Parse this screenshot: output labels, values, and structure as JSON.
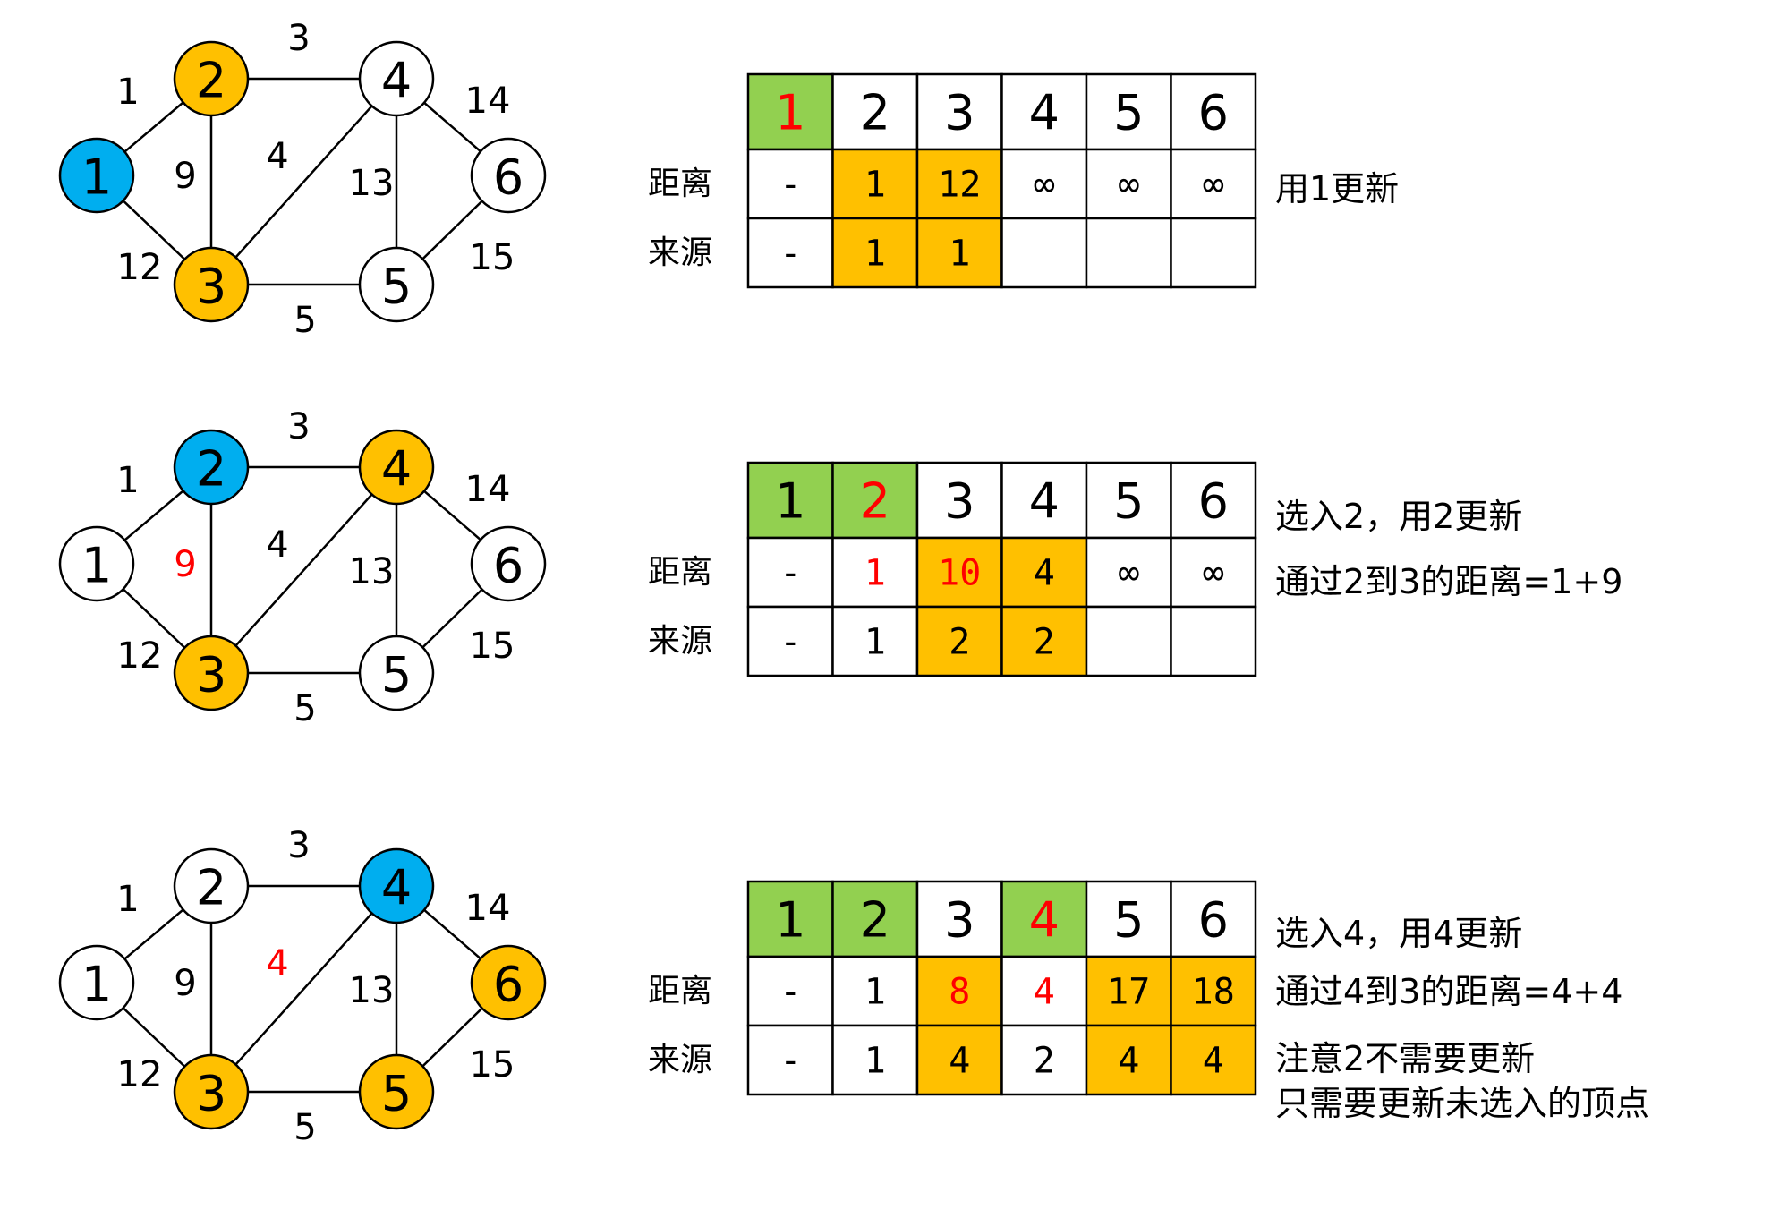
{
  "colors": {
    "selected_node": "#00aeef",
    "candidate": "#ffc000",
    "done_header": "#92d050",
    "highlight_text": "#ff0000",
    "default_fill": "#ffffff",
    "stroke": "#000000"
  },
  "graph": {
    "edges": [
      {
        "from": 1,
        "to": 2,
        "weight": "1"
      },
      {
        "from": 1,
        "to": 3,
        "weight": "12"
      },
      {
        "from": 2,
        "to": 3,
        "weight": "9"
      },
      {
        "from": 2,
        "to": 4,
        "weight": "3"
      },
      {
        "from": 3,
        "to": 4,
        "weight": "4"
      },
      {
        "from": 3,
        "to": 5,
        "weight": "5"
      },
      {
        "from": 4,
        "to": 5,
        "weight": "13"
      },
      {
        "from": 4,
        "to": 6,
        "weight": "14"
      },
      {
        "from": 5,
        "to": 6,
        "weight": "15"
      }
    ]
  },
  "row_labels": {
    "distance": "距离",
    "source": "来源"
  },
  "steps": [
    {
      "node_states": {
        "1": "selected",
        "2": "candidate",
        "3": "candidate",
        "4": "normal",
        "5": "normal",
        "6": "normal"
      },
      "highlight_edge": "",
      "table": {
        "headers": [
          {
            "text": "1",
            "fill": "done",
            "red": true
          },
          {
            "text": "2",
            "fill": "none",
            "red": false
          },
          {
            "text": "3",
            "fill": "none",
            "red": false
          },
          {
            "text": "4",
            "fill": "none",
            "red": false
          },
          {
            "text": "5",
            "fill": "none",
            "red": false
          },
          {
            "text": "6",
            "fill": "none",
            "red": false
          }
        ],
        "distance": [
          {
            "text": "-",
            "fill": "none",
            "red": false
          },
          {
            "text": "1",
            "fill": "candidate",
            "red": false
          },
          {
            "text": "12",
            "fill": "candidate",
            "red": false
          },
          {
            "text": "∞",
            "fill": "none",
            "red": false
          },
          {
            "text": "∞",
            "fill": "none",
            "red": false
          },
          {
            "text": "∞",
            "fill": "none",
            "red": false
          }
        ],
        "source": [
          {
            "text": "-",
            "fill": "none",
            "red": false
          },
          {
            "text": "1",
            "fill": "candidate",
            "red": false
          },
          {
            "text": "1",
            "fill": "candidate",
            "red": false
          },
          {
            "text": "",
            "fill": "none",
            "red": false
          },
          {
            "text": "",
            "fill": "none",
            "red": false
          },
          {
            "text": "",
            "fill": "none",
            "red": false
          }
        ]
      },
      "notes": [
        "用1更新"
      ]
    },
    {
      "node_states": {
        "1": "normal",
        "2": "selected",
        "3": "candidate",
        "4": "candidate",
        "5": "normal",
        "6": "normal"
      },
      "highlight_edge": "2-3",
      "table": {
        "headers": [
          {
            "text": "1",
            "fill": "done",
            "red": false
          },
          {
            "text": "2",
            "fill": "done",
            "red": true
          },
          {
            "text": "3",
            "fill": "none",
            "red": false
          },
          {
            "text": "4",
            "fill": "none",
            "red": false
          },
          {
            "text": "5",
            "fill": "none",
            "red": false
          },
          {
            "text": "6",
            "fill": "none",
            "red": false
          }
        ],
        "distance": [
          {
            "text": "-",
            "fill": "none",
            "red": false
          },
          {
            "text": "1",
            "fill": "none",
            "red": true
          },
          {
            "text": "10",
            "fill": "candidate",
            "red": true
          },
          {
            "text": "4",
            "fill": "candidate",
            "red": false
          },
          {
            "text": "∞",
            "fill": "none",
            "red": false
          },
          {
            "text": "∞",
            "fill": "none",
            "red": false
          }
        ],
        "source": [
          {
            "text": "-",
            "fill": "none",
            "red": false
          },
          {
            "text": "1",
            "fill": "none",
            "red": false
          },
          {
            "text": "2",
            "fill": "candidate",
            "red": false
          },
          {
            "text": "2",
            "fill": "candidate",
            "red": false
          },
          {
            "text": "",
            "fill": "none",
            "red": false
          },
          {
            "text": "",
            "fill": "none",
            "red": false
          }
        ]
      },
      "notes": [
        "选入2，用2更新",
        "通过2到3的距离=1+9"
      ]
    },
    {
      "node_states": {
        "1": "normal",
        "2": "normal",
        "3": "candidate",
        "4": "selected",
        "5": "candidate",
        "6": "candidate"
      },
      "highlight_edge": "3-4",
      "table": {
        "headers": [
          {
            "text": "1",
            "fill": "done",
            "red": false
          },
          {
            "text": "2",
            "fill": "done",
            "red": false
          },
          {
            "text": "3",
            "fill": "none",
            "red": false
          },
          {
            "text": "4",
            "fill": "done",
            "red": true
          },
          {
            "text": "5",
            "fill": "none",
            "red": false
          },
          {
            "text": "6",
            "fill": "none",
            "red": false
          }
        ],
        "distance": [
          {
            "text": "-",
            "fill": "none",
            "red": false
          },
          {
            "text": "1",
            "fill": "none",
            "red": false
          },
          {
            "text": "8",
            "fill": "candidate",
            "red": true
          },
          {
            "text": "4",
            "fill": "none",
            "red": true
          },
          {
            "text": "17",
            "fill": "candidate",
            "red": false
          },
          {
            "text": "18",
            "fill": "candidate",
            "red": false
          }
        ],
        "source": [
          {
            "text": "-",
            "fill": "none",
            "red": false
          },
          {
            "text": "1",
            "fill": "none",
            "red": false
          },
          {
            "text": "4",
            "fill": "candidate",
            "red": false
          },
          {
            "text": "2",
            "fill": "none",
            "red": false
          },
          {
            "text": "4",
            "fill": "candidate",
            "red": false
          },
          {
            "text": "4",
            "fill": "candidate",
            "red": false
          }
        ]
      },
      "notes": [
        "选入4，用4更新",
        "通过4到3的距离=4+4",
        "注意2不需要更新",
        "只需要更新未选入的顶点"
      ]
    }
  ]
}
